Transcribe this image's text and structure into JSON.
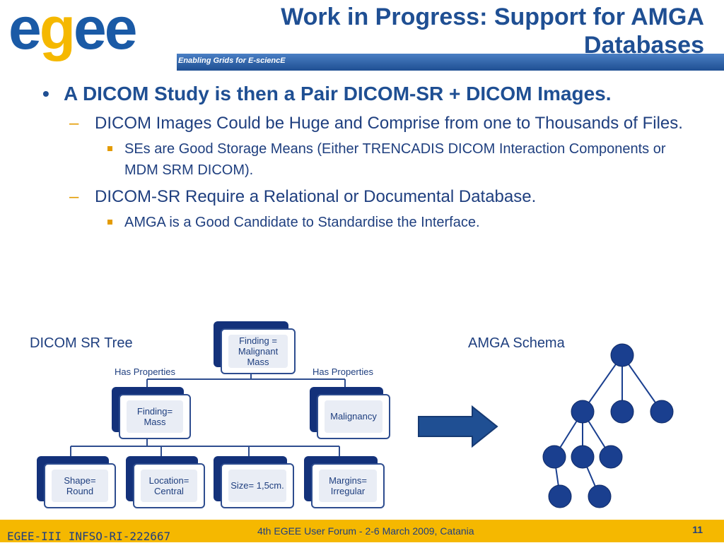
{
  "header": {
    "title_line1": "Work in Progress: Support for AMGA",
    "title_line2": "Databases",
    "tagline": "Enabling Grids for E-sciencE",
    "logo_text": "egee"
  },
  "bullets": {
    "b1": "A DICOM Study is then a Pair DICOM-SR + DICOM Images.",
    "b1_sub1": "DICOM Images Could be Huge and Comprise from one to Thousands of Files.",
    "b1_sub1_sub1": "SEs are Good Storage Means (Either TRENCADIS DICOM Interaction Components or MDM SRM DICOM).",
    "b1_sub2": "DICOM-SR Require a Relational or Documental Database.",
    "b1_sub2_sub1": "AMGA is a Good Candidate to Standardise the Interface."
  },
  "diagram": {
    "left_title": "DICOM SR Tree",
    "right_title": "AMGA Schema",
    "has_props_left": "Has Properties",
    "has_props_right": "Has Properties",
    "root": "Finding = Malignant Mass",
    "mid_left": "Finding= Mass",
    "mid_right": "Malignancy",
    "leaf1": "Shape= Round",
    "leaf2": "Location= Central",
    "leaf3": "Size= 1,5cm.",
    "leaf4": "Margins= Irregular",
    "colors": {
      "node": "#1a3f8f",
      "arrow": "#1f4f93"
    }
  },
  "footer": {
    "left": "EGEE-III INFSO-RI-222667",
    "center": "4th EGEE User Forum  - 2-6 March 2009, Catania",
    "page": "11"
  }
}
